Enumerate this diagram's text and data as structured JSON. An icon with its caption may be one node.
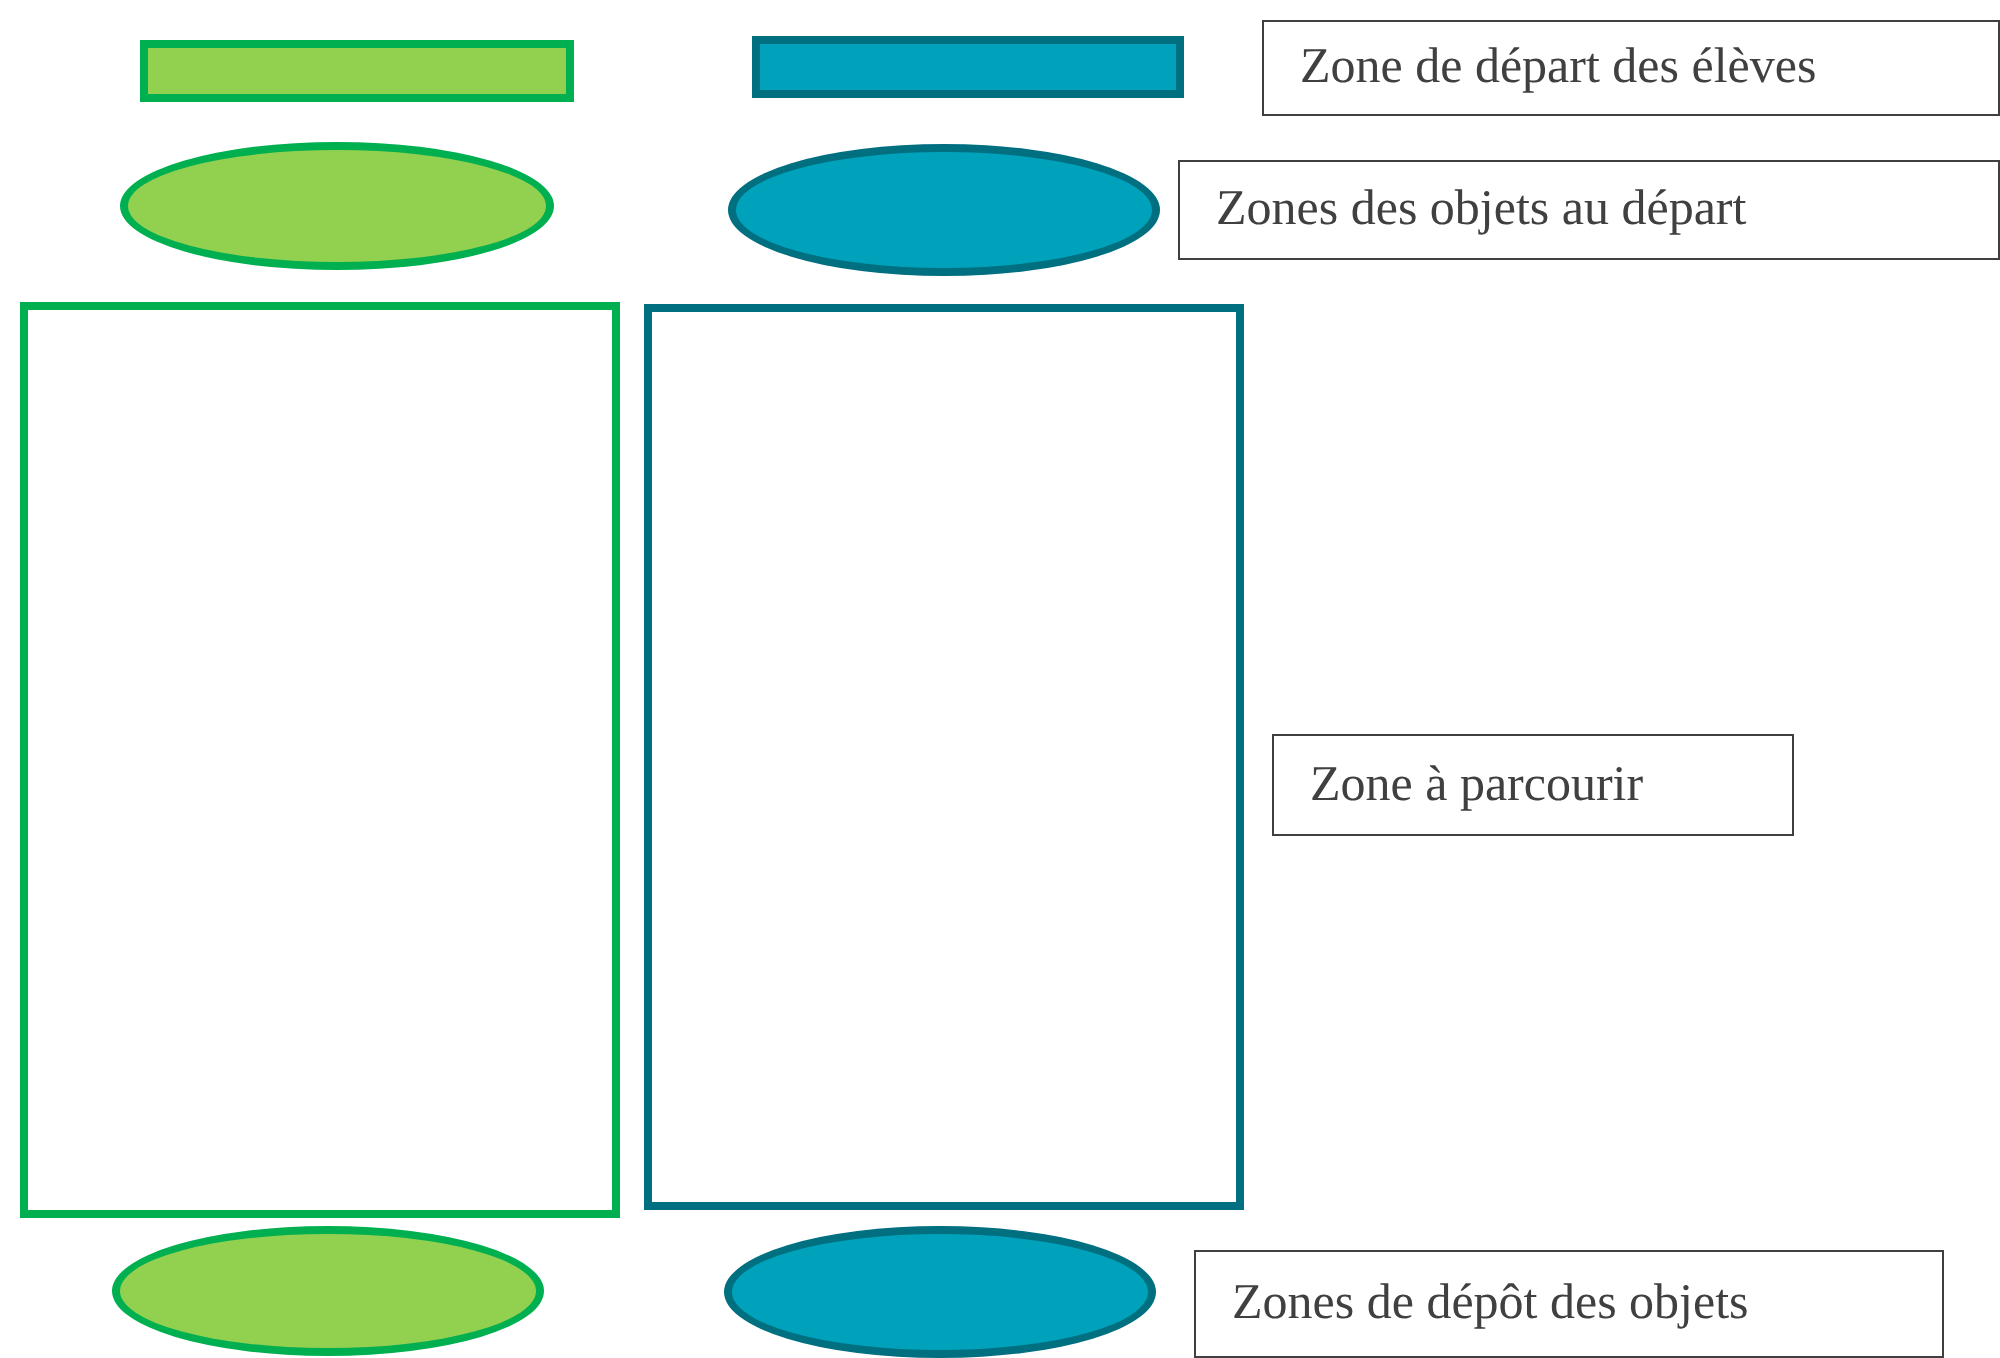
{
  "diagram": {
    "nodes": [
      {
        "text": [],
        "shape": "bar"
      },
      {
        "text": [],
        "shape": "bar"
      },
      {
        "text": [
          "Zone de départ des élèves"
        ]
      },
      {
        "text": [],
        "shape": "ellipse"
      },
      {
        "text": [],
        "shape": "ellipse"
      },
      {
        "text": [
          "Zones des objets au départ"
        ]
      },
      {
        "text": [],
        "shape": "box"
      },
      {
        "text": [],
        "shape": "box"
      },
      {
        "text": [
          "Zone à parcourir"
        ]
      },
      {
        "text": [],
        "shape": "ellipse"
      },
      {
        "text": [],
        "shape": "ellipse"
      },
      {
        "text": [
          "Zones de dépôt des objets"
        ]
      }
    ]
  }
}
